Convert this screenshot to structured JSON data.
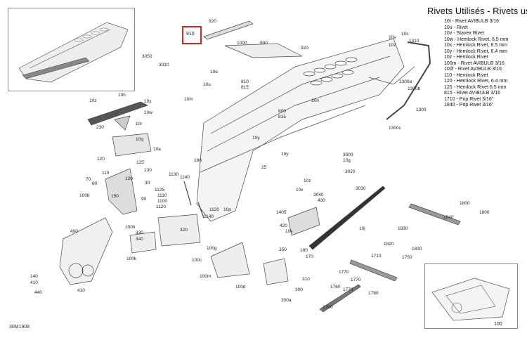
{
  "legend": {
    "title": "Rivets Utilisés - Rivets used",
    "items": [
      "10t - Rivet AVIBULB 3/16",
      "10u - Rivet",
      "10v - Stavex Rivet",
      "10w - Hemlock Rivet, 6.5 mm",
      "10x - Hemlock Rivet, 6.5 mm",
      "10y - Hemlock Rivet, 6.4 mm",
      "10z - Hemlock Rivet",
      "100m - Rivet AVIBULB 3/16",
      "100f - Rivet AVIBULB 3/16",
      "110 - Hemlock Rivet",
      "120 - Hemlock Rivet, 6.4 mm",
      "125 - Hemlock Rivet 6.5 mm",
      "815 - Rivet AVIBULB 3/16",
      "1710 - Pop Rivet 3/16\"",
      "1840 - Pop Rivet 3/16\""
    ]
  },
  "highlight": {
    "label": "910",
    "color": "#e0201b"
  },
  "drawing_id": "30M1908",
  "inset_bottom_right": {
    "label": "100"
  },
  "callouts": {
    "c920": "920",
    "c910": "910",
    "c1000": "1000",
    "c900": "900",
    "c920b": "920",
    "c3050": "3050",
    "c3010": "3010",
    "c10e": "10e",
    "c10u": "10u",
    "c10m": "10m",
    "c810": "810",
    "c815": "815",
    "c800": "800",
    "c815b": "815",
    "c10n": "10n",
    "c10s": "10s",
    "c1310": "1310",
    "c10v": "10v",
    "c10z": "10z",
    "c1300a": "1300a",
    "c1300b": "1300b",
    "c1300": "1300",
    "c1300c": "1300c",
    "c10h": "10h",
    "c10z2": "10z",
    "c10x": "10x",
    "c10w": "10w",
    "c230": "230",
    "c10r": "10r",
    "c120": "120",
    "c10q": "10q",
    "c10a": "10a",
    "c180": "180",
    "c10y": "10y",
    "c10y2": "10y",
    "c25": "25",
    "c3000": "3000",
    "c10g": "10g",
    "c3020": "3020",
    "c3030": "3030",
    "c3040": "3040",
    "c430": "430",
    "c10x2": "10x",
    "c10z3": "10z",
    "c120b": "120",
    "c125": "125",
    "c130": "130",
    "c110": "110",
    "c70": "70",
    "c80": "80",
    "c30": "30",
    "c100b": "100b",
    "c150": "150",
    "c90": "90",
    "c1130": "1130",
    "c1140": "1140",
    "c1125": "1125",
    "c1110": "1110",
    "c1100": "1100",
    "c1120": "1120",
    "c1120b": "1120",
    "c1140b": "1140",
    "c10p": "10p",
    "c1405": "1405",
    "c420": "420",
    "c10k": "10k",
    "c10j": "10j",
    "c400": "400",
    "c100h": "100h",
    "c330": "330",
    "c340": "340",
    "c320": "320",
    "c100k": "100k",
    "c100g": "100g",
    "c100c": "100c",
    "c100m": "100m",
    "c100d": "100d",
    "c350": "350",
    "c160": "160",
    "c170": "170",
    "c440": "440",
    "c410": "410",
    "c140": "140",
    "c410b": "410",
    "c300a": "300a",
    "c300": "300",
    "c310": "310",
    "c1800": "1800",
    "c1830": "1830",
    "c1840": "1840",
    "c1820": "1820",
    "c1830b": "1830",
    "c1750": "1750",
    "c1710": "1710",
    "c1770": "1770",
    "c1770b": "1770",
    "c1760": "1760",
    "c1770c": "1770",
    "c1780": "1780",
    "c1700": "1700",
    "c1800b": "1800"
  }
}
